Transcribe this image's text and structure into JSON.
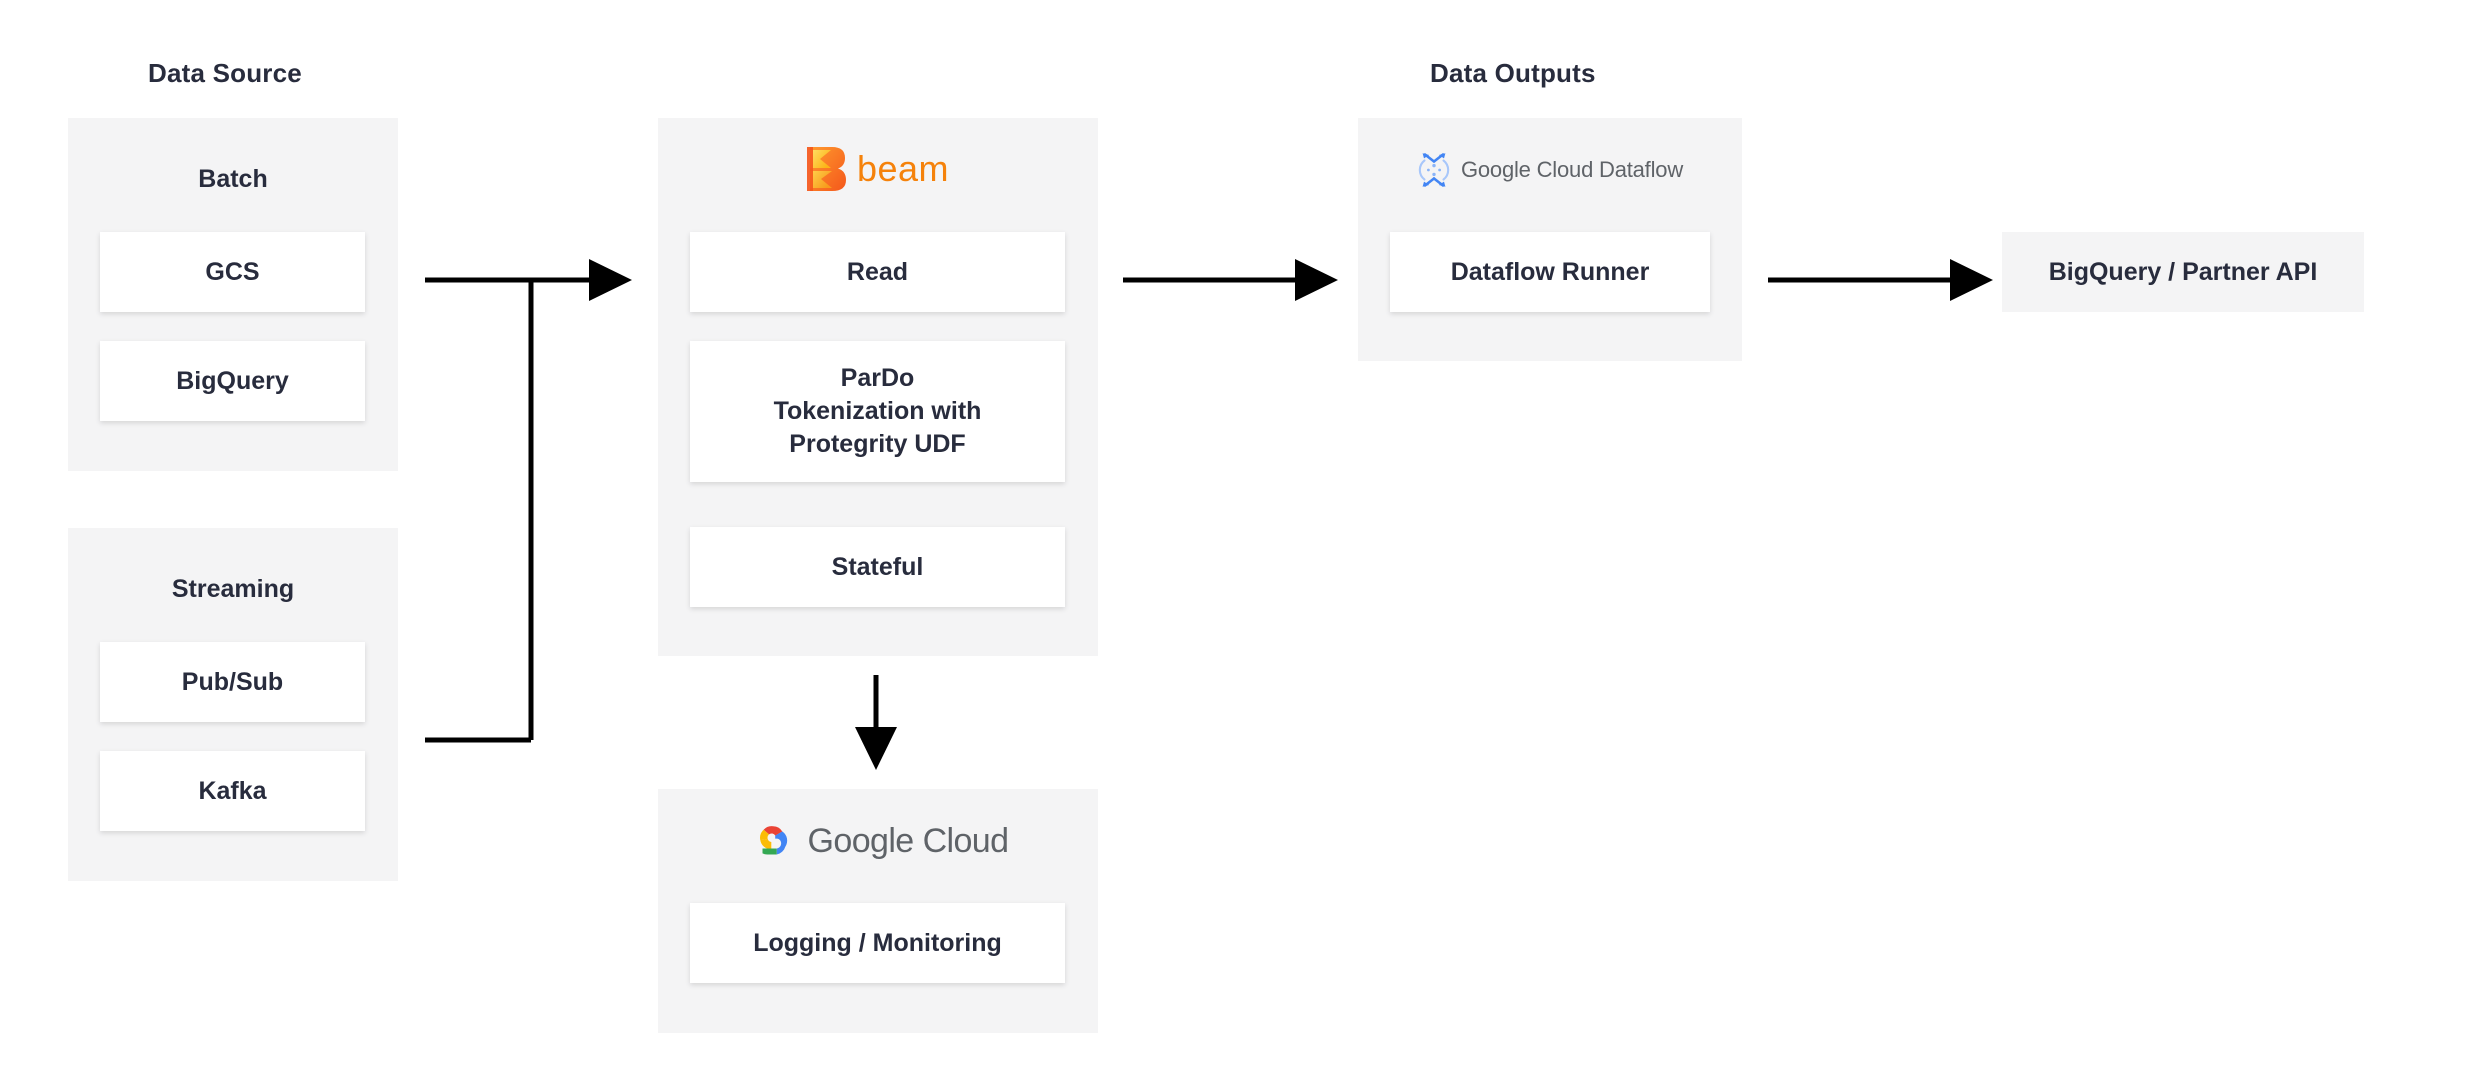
{
  "headings": {
    "data_source": "Data Source",
    "data_outputs": "Data Outputs"
  },
  "groups": {
    "batch": {
      "title": "Batch",
      "items": [
        "GCS",
        "BigQuery"
      ]
    },
    "streaming": {
      "title": "Streaming",
      "items": [
        "Pub/Sub",
        "Kafka"
      ]
    }
  },
  "beam": {
    "logo_name": "apache-beam-logo",
    "logo_text": "beam",
    "steps": [
      "Read",
      "ParDo\nTokenization with\nProtegrity UDF",
      "Stateful"
    ]
  },
  "dataflow": {
    "logo_name": "google-cloud-dataflow-icon",
    "logo_text": "Google Cloud Dataflow",
    "runner": "Dataflow Runner"
  },
  "outputs": {
    "sink": "BigQuery / Partner API"
  },
  "observability": {
    "logo_name": "google-cloud-logo",
    "logo_text_bold": "Google",
    "logo_text_light": "Cloud",
    "box": "Logging / Monitoring"
  },
  "colors": {
    "panel_bg": "#f4f4f5",
    "card_bg": "#ffffff",
    "text": "#282c3d",
    "beam_orange": "#f5820b",
    "beam_yellow": "#ffd83d",
    "dataflow_blue": "#4285f4",
    "google_red": "#ea4335",
    "google_yellow": "#fbbc05",
    "google_green": "#34a853",
    "google_blue": "#4285f4",
    "google_gray": "#5f6368",
    "connector": "#000000"
  },
  "connectors": [
    {
      "name": "sources-to-beam",
      "kind": "merge-arrow"
    },
    {
      "name": "beam-to-dataflow",
      "kind": "arrow"
    },
    {
      "name": "dataflow-to-output",
      "kind": "arrow"
    },
    {
      "name": "beam-to-logging",
      "kind": "arrow-down"
    }
  ]
}
